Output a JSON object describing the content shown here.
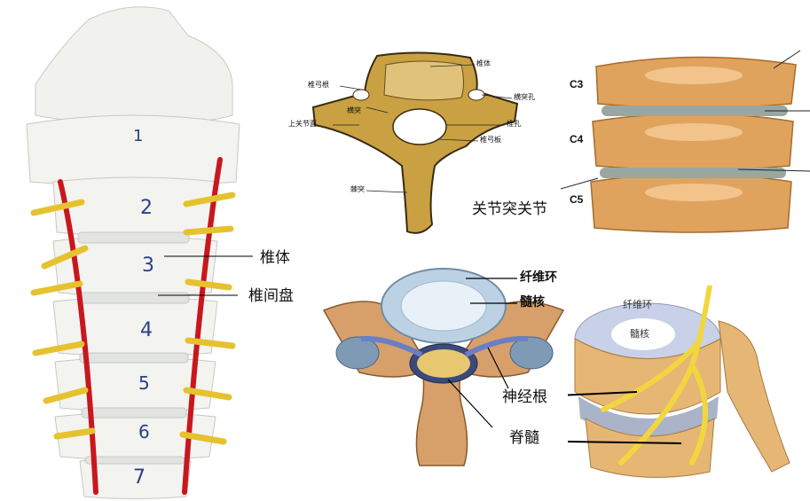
{
  "spine_model": {
    "vertebra_numbers": [
      "1",
      "2",
      "3",
      "4",
      "5",
      "6",
      "7"
    ],
    "label_body": "椎体",
    "label_disc": "椎间盘"
  },
  "vertebra_top": {
    "labels": [
      "椎体",
      "椎弓根",
      "横突孔",
      "横突",
      "椎孔",
      "上关节面",
      "椎弓板",
      "棘突"
    ]
  },
  "facet_joint": {
    "levels": [
      "C3",
      "C4",
      "C5"
    ],
    "label": "关节突关节"
  },
  "cross_section": {
    "labels": [
      "纤维环",
      "髓核",
      "神经根",
      "脊髓"
    ]
  },
  "disc_3d": {
    "labels": [
      "纤维环",
      "髓核"
    ]
  }
}
